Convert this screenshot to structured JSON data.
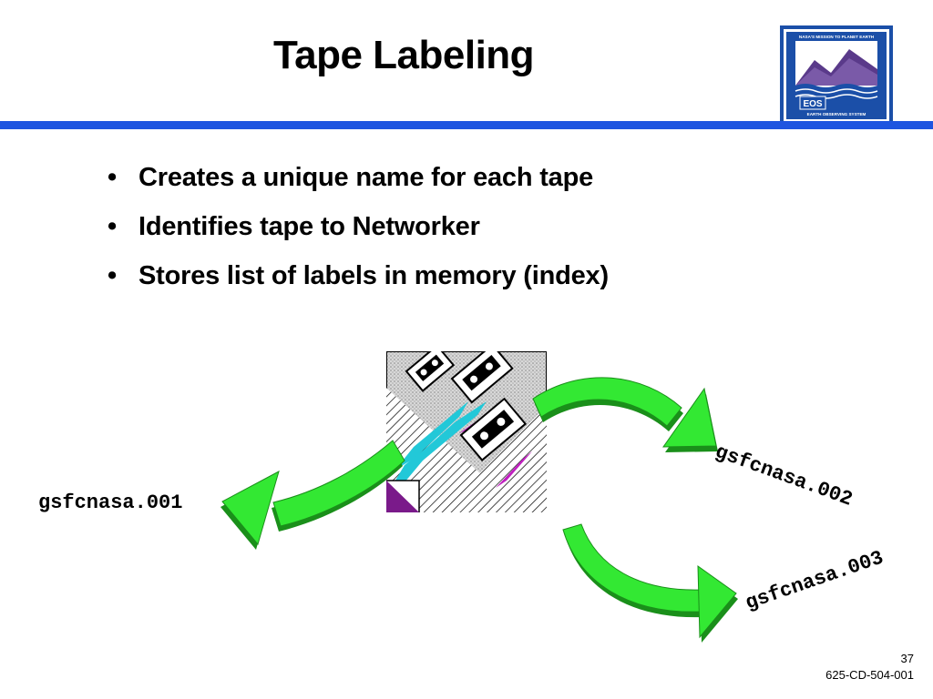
{
  "slide": {
    "title": "Tape Labeling",
    "bullets": [
      "Creates a unique name for each tape",
      "Identifies tape to Networker",
      "Stores list of labels in memory (index)"
    ],
    "labels": {
      "left": "gsfcnasa.001",
      "upper_right": "gsfcnasa.002",
      "lower_right": "gsfcnasa.003"
    },
    "footer": {
      "page_number": "37",
      "document_id": "625-CD-504-001"
    }
  },
  "logo": {
    "top_text": "NASA'S MISSION TO PLANET EARTH",
    "badge_text": "EOS",
    "bottom_text": "EARTH OBSERVING SYSTEM"
  },
  "colors": {
    "rule": "#1e55e0",
    "arrow_fill": "#33e833",
    "arrow_shadow": "#1a8f1a",
    "logo_blue": "#1b4fa8",
    "art_cyan": "#22c8d8",
    "art_magenta": "#c020c0",
    "art_purple": "#7a1a8a"
  },
  "icons": {
    "logo": "eos-logo-icon",
    "art": "tape-cassettes-icon",
    "arrows": "curved-arrow-icon"
  }
}
